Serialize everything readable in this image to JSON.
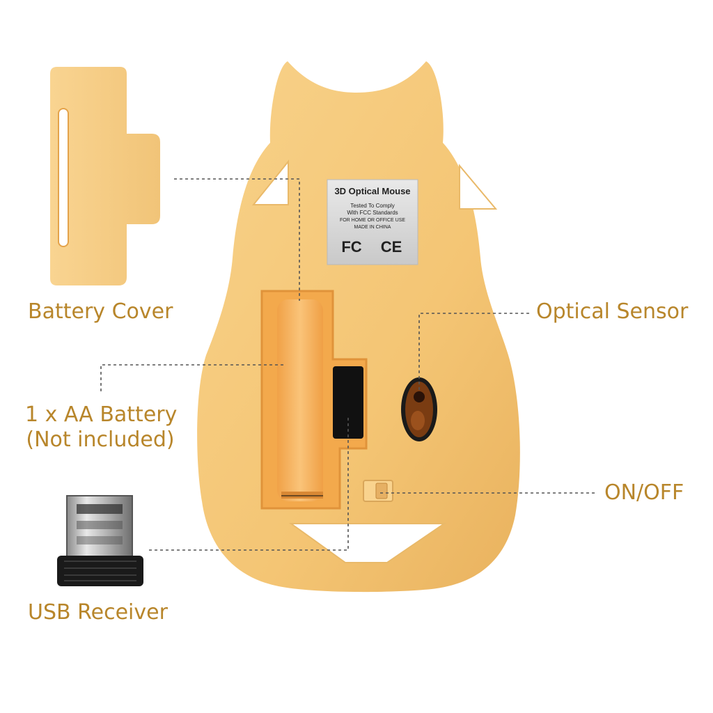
{
  "labels": {
    "battery_cover": "Battery Cover",
    "optical_sensor": "Optical Sensor",
    "battery_line1": "1 x AA Battery",
    "battery_line2": "(Not included)",
    "on_off": "ON/OFF",
    "usb_receiver": "USB Receiver"
  },
  "product_label": {
    "title": "3D Optical Mouse",
    "line1": "Tested To Comply",
    "line2": "With FCC Standards",
    "line3": "FOR HOME OR OFFICE USE",
    "line4": "MADE IN CHINA",
    "fcc_mark": "FC",
    "ce_mark": "CE"
  },
  "colors": {
    "label_text": "#b8862b",
    "mouse_body": "#f5c878",
    "battery_compartment": "#f0a848",
    "receiver": "#1a1a1a"
  }
}
